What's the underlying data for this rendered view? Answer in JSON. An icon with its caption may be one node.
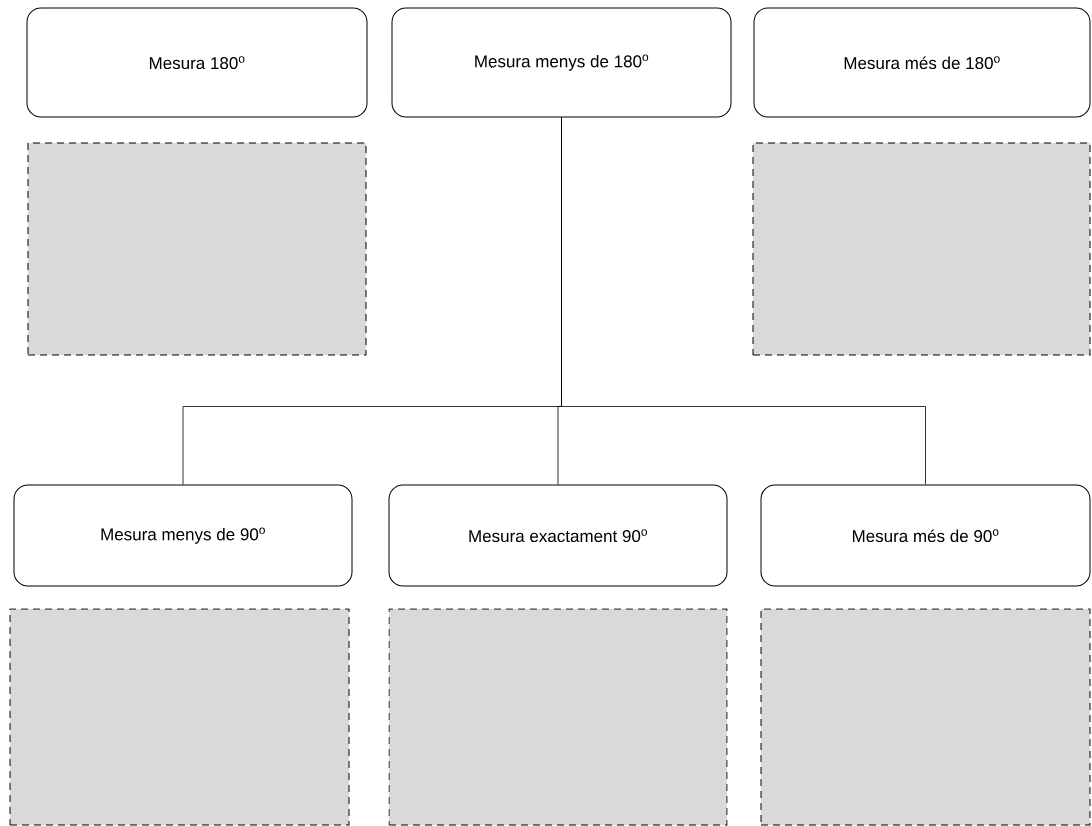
{
  "diagram": {
    "nodes": [
      {
        "text": [
          "Mesura 180$^{o}$"
        ]
      },
      {
        "text": [
          "Mesura menys de 180$^{o}$"
        ]
      },
      {
        "text": [
          "Mesura més de 180$^{o}$"
        ]
      },
      {
        "text": [],
        "shape": "box"
      },
      {
        "text": [],
        "shape": "box"
      },
      {
        "text": [
          "Mesura menys de 90$^{o}$"
        ]
      },
      {
        "text": [
          "Mesura exactament 90$^{o}$"
        ]
      },
      {
        "text": [
          "Mesura més de 90$^{o}$"
        ]
      },
      {
        "text": [],
        "shape": "box"
      },
      {
        "text": [],
        "shape": "box"
      },
      {
        "text": [],
        "shape": "box"
      }
    ],
    "edges": [
      {
        "from": 1,
        "to": 5,
        "arrow": "none"
      },
      {
        "from": 1,
        "to": 6,
        "arrow": "none"
      },
      {
        "from": 1,
        "to": 7,
        "arrow": "none"
      }
    ]
  }
}
